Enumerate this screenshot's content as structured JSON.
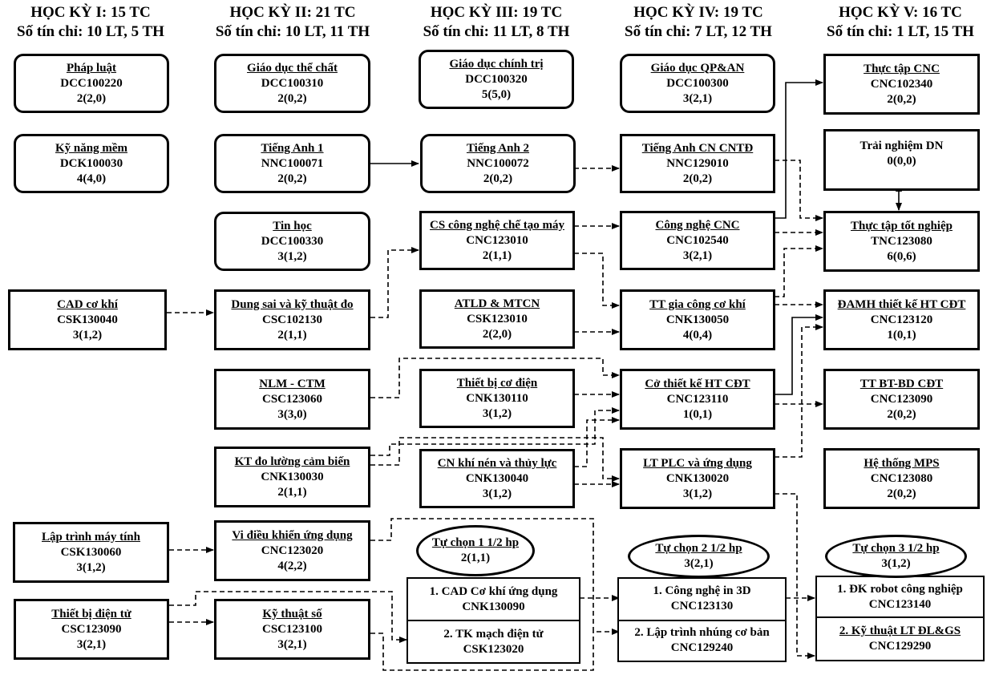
{
  "semesters": [
    {
      "title": "HỌC KỲ I: 15 TC",
      "credits": "Số tín chỉ: 10 LT, 5 TH"
    },
    {
      "title": "HỌC KỲ II: 21 TC",
      "credits": "Số tín chỉ: 10 LT, 11 TH"
    },
    {
      "title": "HỌC KỲ III: 19 TC",
      "credits": "Số tín chỉ: 11 LT, 8 TH"
    },
    {
      "title": "HỌC KỲ IV: 19 TC",
      "credits": "Số tín chỉ: 7 LT, 12 TH"
    },
    {
      "title": "HỌC KỲ V: 16 TC",
      "credits": "Số tín chỉ: 1 LT, 15 TH"
    }
  ],
  "courses": {
    "phap_luat": {
      "name": "Pháp luật",
      "code": "DCC100220",
      "credit": "2(2,0)"
    },
    "ky_nang_mem": {
      "name": "Kỹ năng mềm",
      "code": "DCK100030",
      "credit": "4(4,0)"
    },
    "cad_co_khi": {
      "name": "CAD cơ khí",
      "code": "CSK130040",
      "credit": "3(1,2)"
    },
    "lap_trinh_may_tinh": {
      "name": "Lập trình máy tính",
      "code": "CSK130060",
      "credit": "3(1,2)"
    },
    "thiet_bi_dien_tu": {
      "name": "Thiết bị điện tử",
      "code": "CSC123090",
      "credit": "3(2,1)"
    },
    "giao_duc_the_chat": {
      "name": "Giáo dục thể chất",
      "code": "DCC100310",
      "credit": "2(0,2)"
    },
    "tieng_anh_1": {
      "name": "Tiếng Anh 1",
      "code": "NNC100071",
      "credit": "2(0,2)"
    },
    "tin_hoc": {
      "name": "Tin học",
      "code": "DCC100330",
      "credit": "3(1,2)"
    },
    "dung_sai": {
      "name": "Dung sai và kỹ thuật đo",
      "code": "CSC102130",
      "credit": "2(1,1)"
    },
    "nlm_ctm": {
      "name": "NLM - CTM",
      "code": "CSC123060",
      "credit": "3(3,0)"
    },
    "kt_do_luong": {
      "name": "KT đo lường cảm biến",
      "code": "CNK130030",
      "credit": "2(1,1)"
    },
    "vi_dieu_khien": {
      "name": "Vi điều khiển ứng dụng",
      "code": "CNC123020",
      "credit": "4(2,2)"
    },
    "ky_thuat_so": {
      "name": "Kỹ thuật số",
      "code": "CSC123100",
      "credit": "3(2,1)"
    },
    "giao_duc_chinh_tri": {
      "name": "Giáo dục chính trị",
      "code": "DCC100320",
      "credit": "5(5,0)"
    },
    "tieng_anh_2": {
      "name": "Tiếng Anh 2",
      "code": "NNC100072",
      "credit": "2(0,2)"
    },
    "cs_cong_nghe": {
      "name": "CS công nghệ chế tạo máy",
      "code": "CNC123010",
      "credit": "2(1,1)"
    },
    "atld": {
      "name": "ATLD & MTCN",
      "code": "CSK123010",
      "credit": "2(2,0)"
    },
    "thiet_bi_co_dien": {
      "name": "Thiết bị cơ điện",
      "code": "CNK130110",
      "credit": "3(1,2)"
    },
    "cn_khi_nen": {
      "name": "CN khí nén và thủy lực",
      "code": "CNK130040",
      "credit": "3(1,2)"
    },
    "giao_duc_qp": {
      "name": "Giáo dục QP&AN",
      "code": "DCC100300",
      "credit": "3(2,1)"
    },
    "tieng_anh_cn": {
      "name": "Tiếng Anh CN CNTĐ",
      "code": "NNC129010",
      "credit": "2(0,2)"
    },
    "cong_nghe_cnc": {
      "name": "Công nghệ CNC",
      "code": "CNC102540",
      "credit": "3(2,1)"
    },
    "tt_gia_cong": {
      "name": "TT gia công cơ khí",
      "code": "CNK130050",
      "credit": "4(0,4)"
    },
    "co_thiet_ke": {
      "name": "Cở thiết kế HT CĐT",
      "code": "CNC123110",
      "credit": "1(0,1)"
    },
    "lt_plc": {
      "name": "LT PLC và ứng dụng",
      "code": "CNK130020",
      "credit": "3(1,2)"
    },
    "thuc_tap_cnc": {
      "name": "Thực tập CNC",
      "code": "CNC102340",
      "credit": "2(0,2)"
    },
    "trai_nghiem": {
      "name": "Trải nghiệm DN",
      "code": "0(0,0)",
      "credit": ""
    },
    "thuc_tap_tn": {
      "name": "Thực tập tốt nghiệp",
      "code": "TNC123080",
      "credit": "6(0,6)"
    },
    "damh": {
      "name": "ĐAMH thiết kế HT CĐT",
      "code": "CNC123120",
      "credit": "1(0,1)"
    },
    "tt_bt_bd": {
      "name": "TT BT-BD CĐT",
      "code": "CNC123090",
      "credit": "2(0,2)"
    },
    "he_thong_mps": {
      "name": "Hệ thống MPS",
      "code": "CNC123080",
      "credit": "2(0,2)"
    }
  },
  "electives": {
    "tc1": {
      "title": "Tự chọn 1 1/2 hp",
      "credit": "2(1,1)",
      "opt1_name": "1. CAD Cơ khí ứng dụng",
      "opt1_code": "CNK130090",
      "opt2_name": "2. TK mạch điện tử",
      "opt2_code": "CSK123020"
    },
    "tc2": {
      "title": "Tự chọn 2 1/2 hp",
      "credit": "3(2,1)",
      "opt1_name": "1. Công nghệ in 3D",
      "opt1_code": "CNC123130",
      "opt2_name": "2. Lập trình nhúng cơ bản",
      "opt2_code": "CNC129240"
    },
    "tc3": {
      "title": "Tự chọn 3 1/2 hp",
      "credit": "3(1,2)",
      "opt1_name": "1. ĐK robot công nghiệp",
      "opt1_code": "CNC123140",
      "opt2_name": "2. Kỹ thuật LT ĐL&GS",
      "opt2_code": "CNC129290"
    }
  }
}
